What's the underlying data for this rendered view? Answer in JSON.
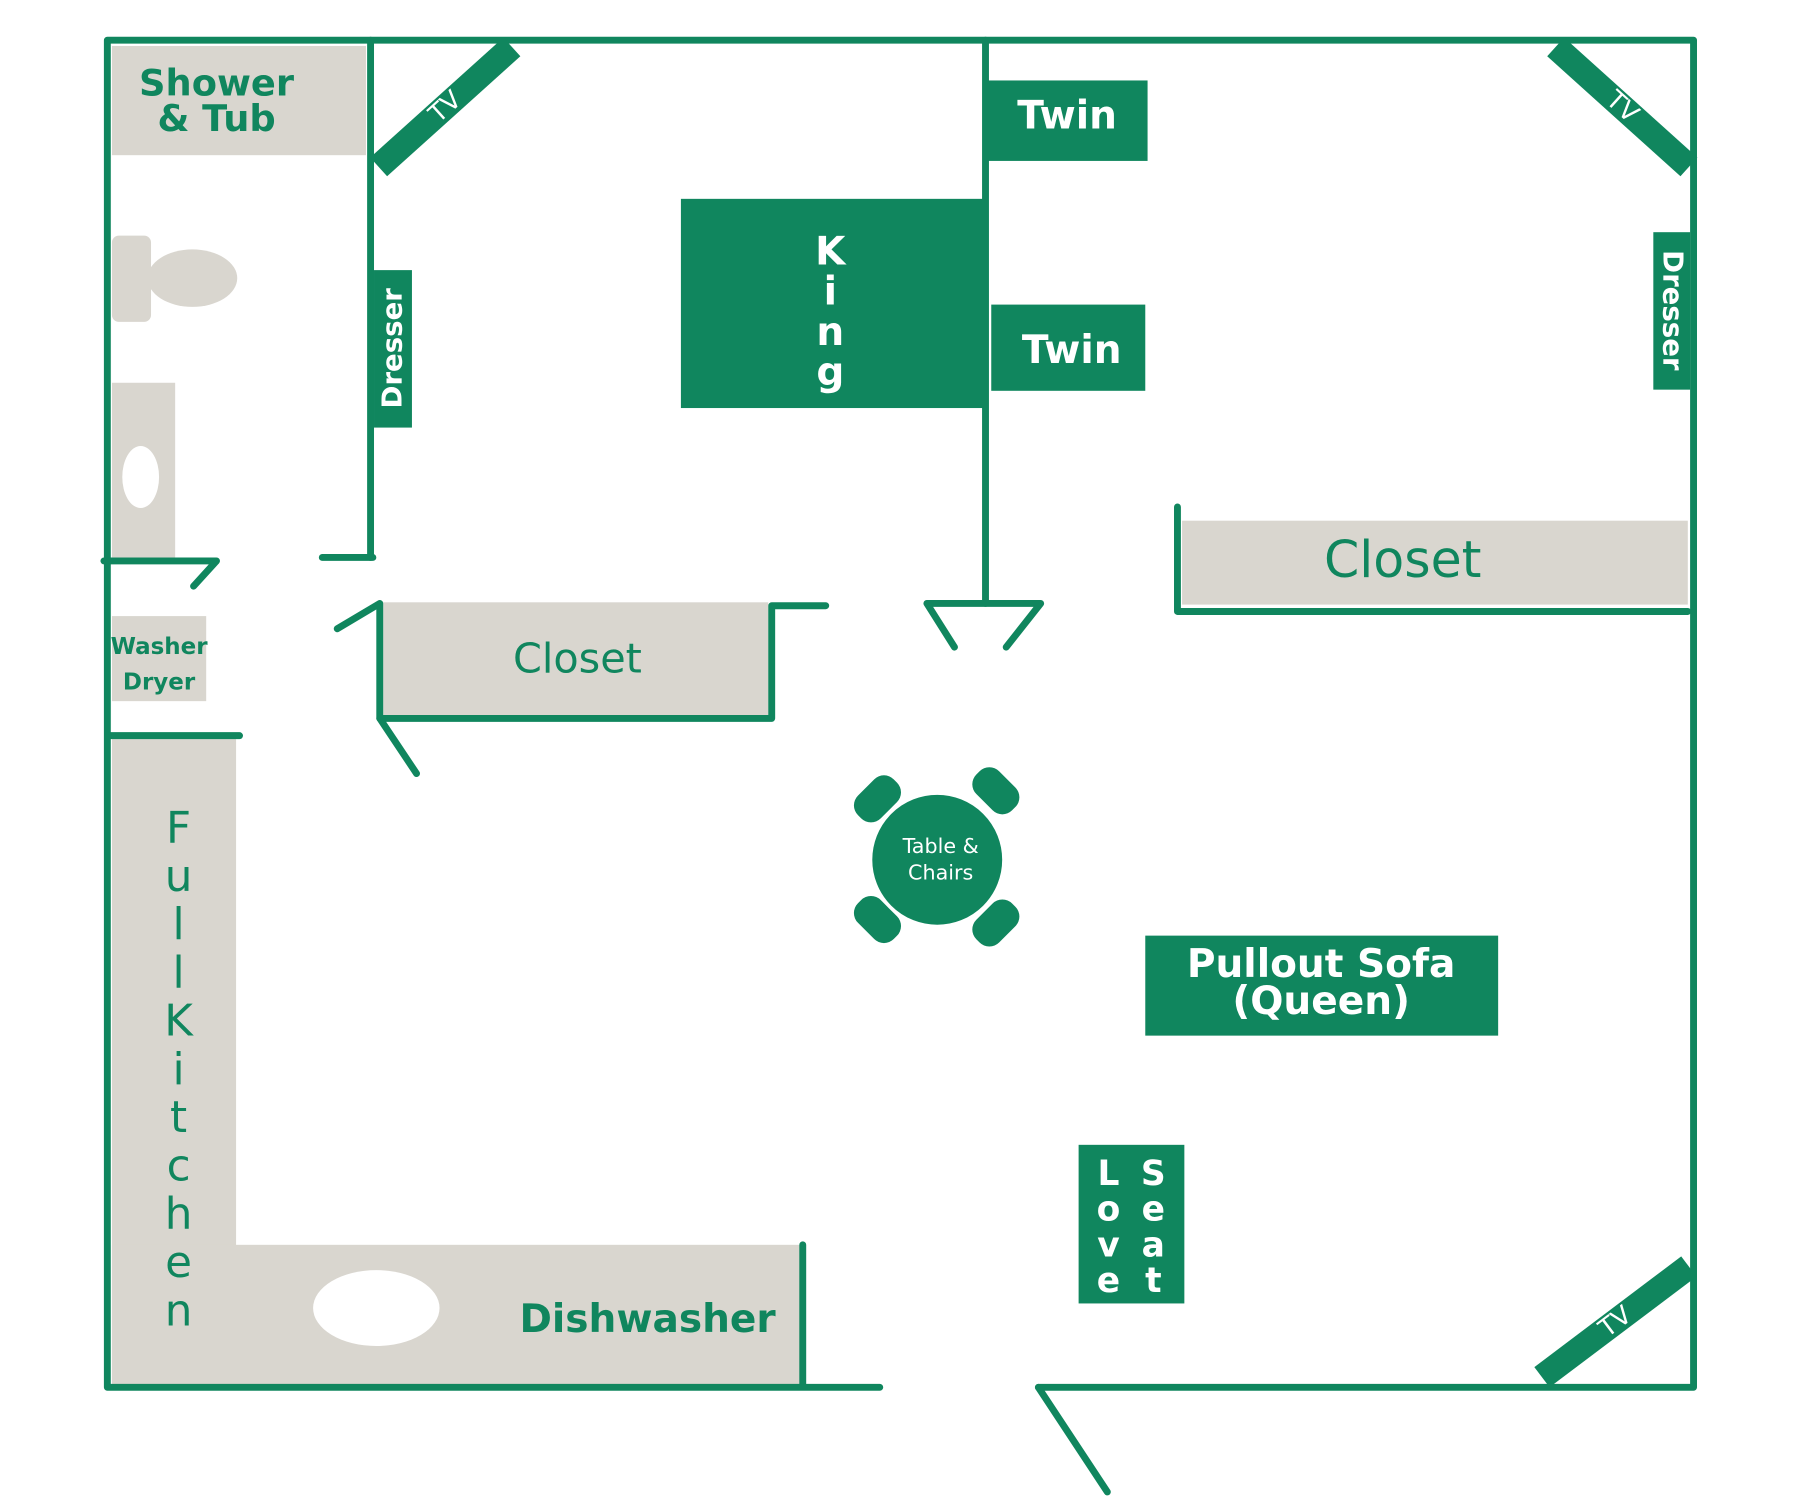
{
  "colors": {
    "wall": "#10865e",
    "furniture": "#10865e",
    "fixture": "#d9d6cf",
    "background": "#ffffff"
  },
  "rooms": {
    "bathroom": {
      "shower_line1": "Shower",
      "shower_line2": "& Tub"
    },
    "laundry": {
      "line1": "Washer",
      "line2": "Dryer"
    },
    "kitchen": {
      "label": "Full Kitchen",
      "appliance": "Dishwasher"
    },
    "bedroom": {
      "tv": "TV",
      "dresser": "Dresser",
      "king": "King",
      "closet": "Closet"
    },
    "bedroom2": {
      "twin_top": "Twin",
      "twin_bottom": "Twin",
      "tv": "TV",
      "dresser": "Dresser",
      "closet": "Closet"
    },
    "living": {
      "table_line1": "Table &",
      "table_line2": "Chairs",
      "sofa_line1": "Pullout Sofa",
      "sofa_line2": "(Queen)",
      "love": "Love",
      "seat": "Seat",
      "tv": "TV"
    }
  }
}
